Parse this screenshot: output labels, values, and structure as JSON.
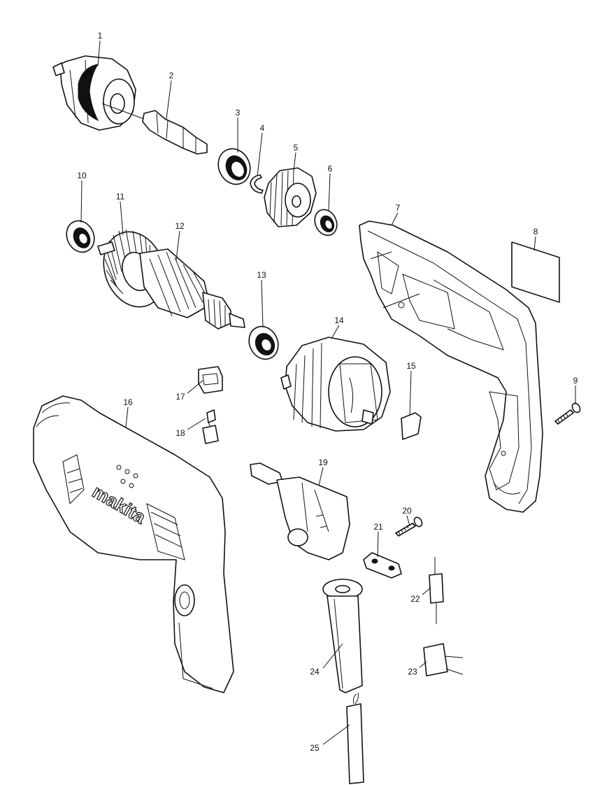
{
  "diagram": {
    "parts": [
      {
        "number": "1"
      },
      {
        "number": "2"
      },
      {
        "number": "3"
      },
      {
        "number": "4"
      },
      {
        "number": "5"
      },
      {
        "number": "6"
      },
      {
        "number": "7"
      },
      {
        "number": "8"
      },
      {
        "number": "9"
      },
      {
        "number": "10"
      },
      {
        "number": "11"
      },
      {
        "number": "12"
      },
      {
        "number": "13"
      },
      {
        "number": "14"
      },
      {
        "number": "15"
      },
      {
        "number": "16"
      },
      {
        "number": "17"
      },
      {
        "number": "18"
      },
      {
        "number": "19"
      },
      {
        "number": "20"
      },
      {
        "number": "21"
      },
      {
        "number": "22"
      },
      {
        "number": "23"
      },
      {
        "number": "24"
      },
      {
        "number": "25"
      }
    ],
    "brand_logo_text": "makita"
  }
}
